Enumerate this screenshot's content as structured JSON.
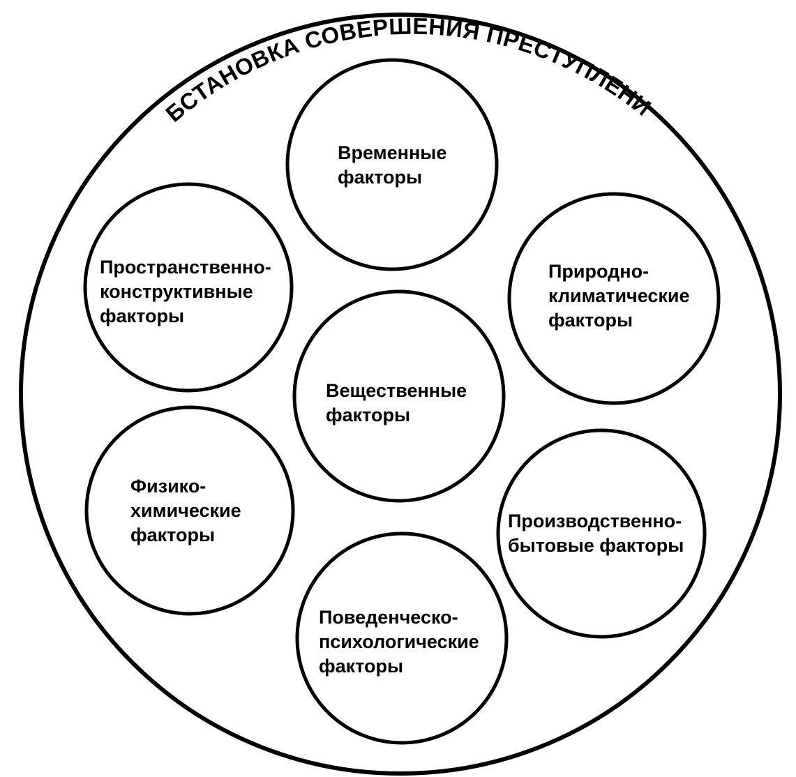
{
  "diagram": {
    "title": "ОБСТАНОВКА СОВЕРШЕНИЯ ПРЕСТУПЛЕНИЯ",
    "nodes": [
      {
        "id": "time",
        "lines": [
          "Временные",
          "факторы"
        ]
      },
      {
        "id": "spatial",
        "lines": [
          "Пространственно-",
          "конструктивные",
          "факторы"
        ]
      },
      {
        "id": "climate",
        "lines": [
          "Природно-",
          "климатические",
          "факторы"
        ]
      },
      {
        "id": "material",
        "lines": [
          "Вещественные",
          "факторы"
        ]
      },
      {
        "id": "physchem",
        "lines": [
          "Физико-",
          "химические",
          "факторы"
        ]
      },
      {
        "id": "industrial",
        "lines": [
          "Производственно-",
          "бытовые факторы"
        ]
      },
      {
        "id": "behavioral",
        "lines": [
          "Поведенческо-",
          "психологические",
          "факторы"
        ]
      }
    ]
  }
}
